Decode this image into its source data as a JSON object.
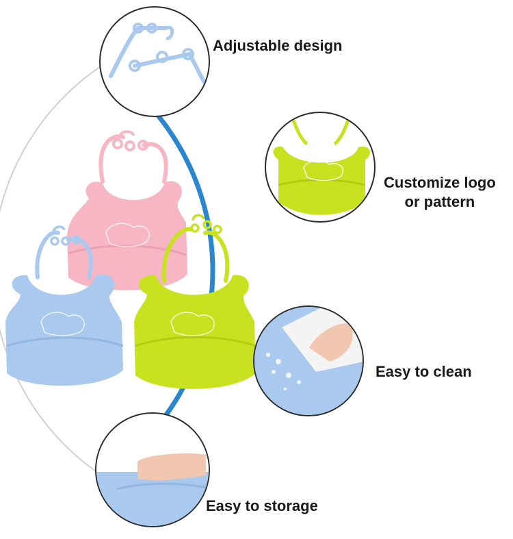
{
  "features": [
    {
      "label": "Adjustable design"
    },
    {
      "label": "Customize logo or pattern",
      "lines": [
        "Customize logo",
        "or pattern"
      ]
    },
    {
      "label": "Easy to clean"
    },
    {
      "label": "Easy to storage"
    }
  ],
  "colors": {
    "ring_blue": "#2a86cf",
    "ring_grey": "#cfcfcf",
    "bib_pink": "#f6b6c4",
    "bib_blue": "#a9c9ee",
    "bib_green": "#c9e21f",
    "outline": "#2b2b2b"
  }
}
